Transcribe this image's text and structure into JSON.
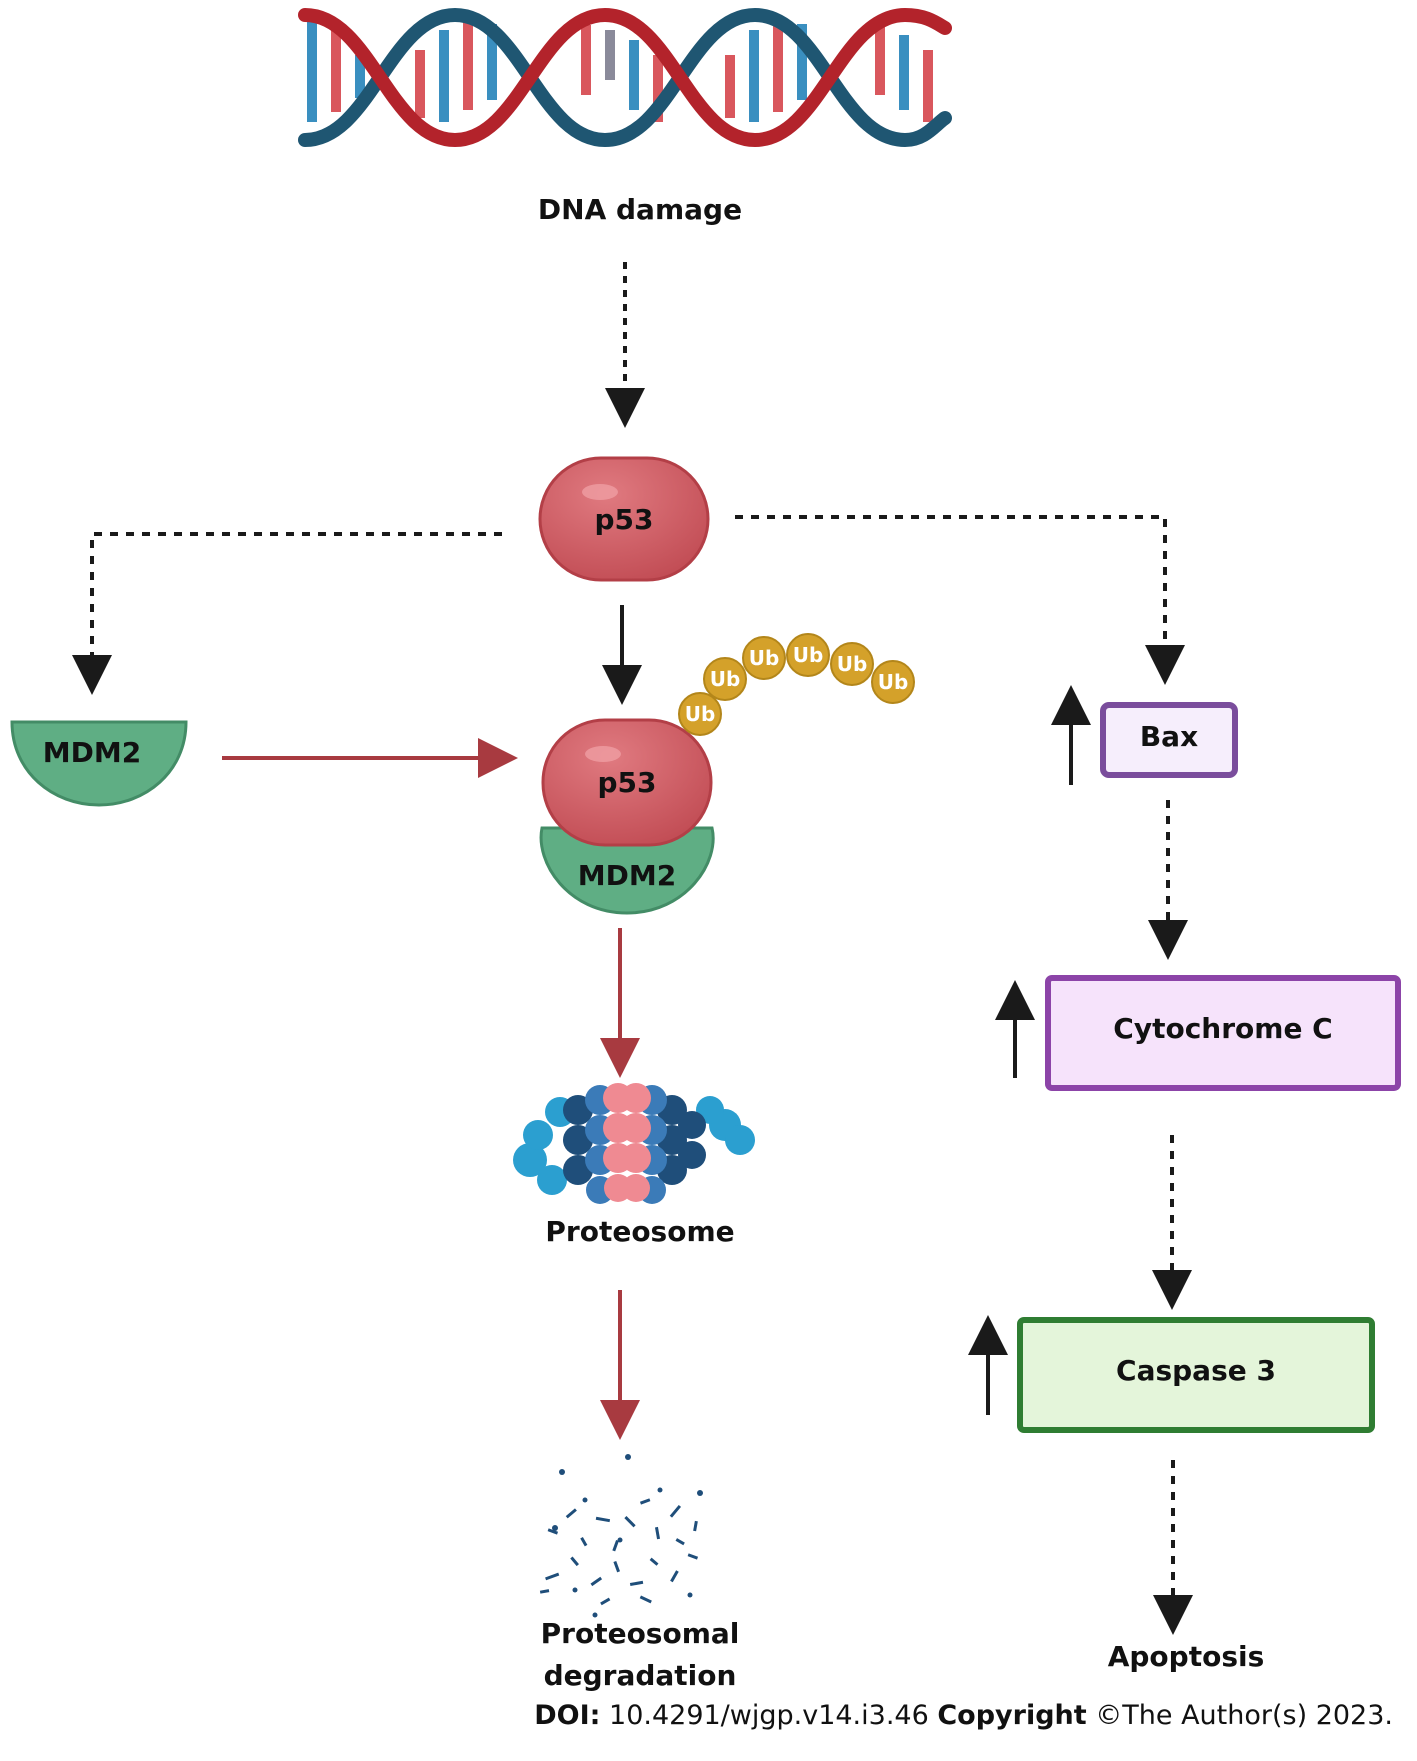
{
  "labels": {
    "dna_damage": "DNA damage",
    "p53_top": "p53",
    "mdm2_left": "MDM2",
    "p53_complex": "p53",
    "mdm2_complex": "MDM2",
    "proteosome": "Proteosome",
    "degradation_line1": "Proteosomal",
    "degradation_line2": "degradation",
    "bax": "Bax",
    "cytochrome": "Cytochrome C",
    "caspase": "Caspase 3",
    "apoptosis": "Apoptosis",
    "ub": "Ub"
  },
  "footer": {
    "doi_label": "DOI:",
    "doi_value": "10.4291/wjgp.v14.i3.46",
    "copyright_label": "Copyright",
    "copyright_value": "©The Author(s) 2023."
  },
  "colors": {
    "p53": "#cf5c62",
    "mdm2": "#5fae84",
    "ub": "#d4a12a",
    "red_arrow": "#a83a40",
    "bax_border": "#7a4d9c",
    "cyto_border": "#8c44a8",
    "cyto_fill": "#f6e3fb",
    "caspase_border": "#2f7d32",
    "caspase_fill": "#e4f5da"
  }
}
